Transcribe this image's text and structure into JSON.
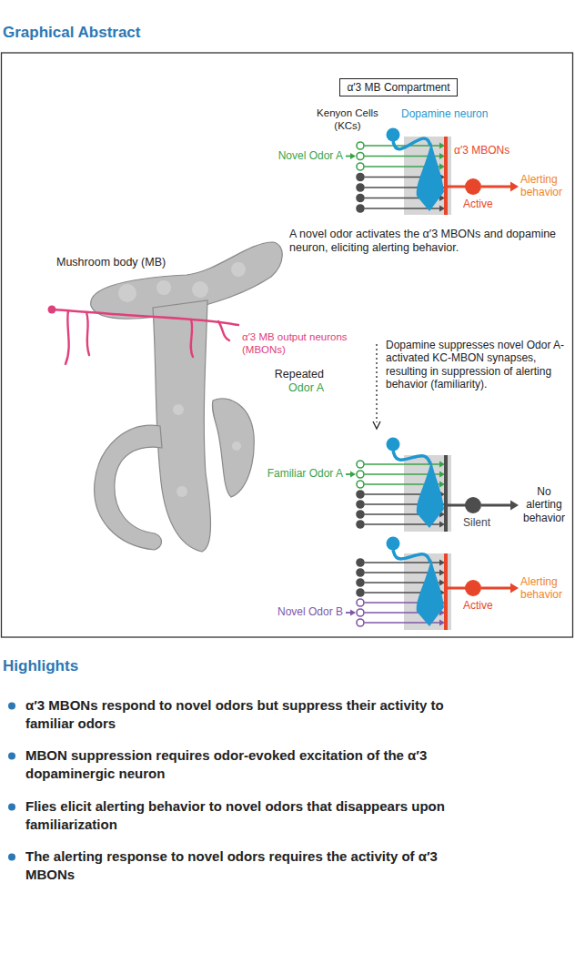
{
  "diagram": {
    "title": "Graphical Abstract",
    "nodes": [
      {
        "text": [
          "α′3 MB Compartment"
        ]
      }
    ],
    "labels": [
      "Kenyon Cells (KCs)",
      "Dopamine neuron",
      "Novel Odor A",
      "α′3 MBONs",
      "Alerting behavior",
      "Active",
      "A novel odor activates the α′3 MBONs and dopamine neuron, eliciting alerting behavior.",
      "Mushroom body (MB)",
      "α′3 MB output neurons (MBONs)",
      "Repeated",
      "Odor A",
      "Dopamine suppresses novel Odor A-activated KC-MBON synapses, resulting in suppression of alerting behavior (familiarity).",
      "Familiar Odor A",
      "No alerting behavior",
      "Silent",
      "Alerting behavior",
      "Active",
      "Novel Odor B",
      "Highlights",
      "α′3 MBONs respond to novel odors but suppress their activity to familiar odors",
      "MBON suppression requires odor-evoked excitation of the α′3 dopaminergic neuron",
      "Flies elicit alerting behavior to novel odors that disappears upon familiarization",
      "The alerting response to novel odors requires the activity of α′3 MBONs"
    ]
  }
}
